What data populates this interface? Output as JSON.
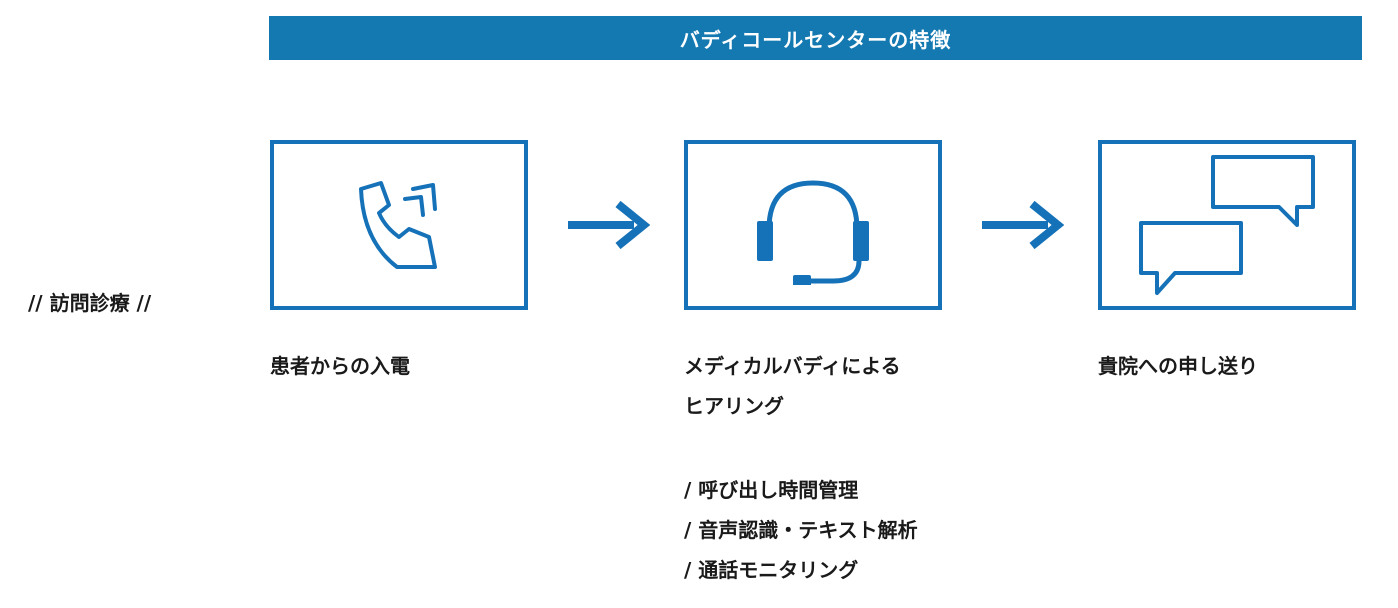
{
  "header": {
    "title": "バディコールセンターの特徴"
  },
  "section_label": "// 訪問診療 //",
  "steps": [
    {
      "icon": "phone-icon",
      "caption_lines": [
        "患者からの入電"
      ]
    },
    {
      "icon": "headset-icon",
      "caption_lines": [
        "メディカルバディによる",
        "ヒアリング"
      ]
    },
    {
      "icon": "chat-bubbles-icon",
      "caption_lines": [
        "貴院への申し送り"
      ]
    }
  ],
  "features": [
    "/ 呼び出し時間管理",
    "/ 音声認識・テキスト解析",
    "/ 通話モニタリング"
  ],
  "colors": {
    "banner": "#1479b1",
    "accent": "#1672b8",
    "text": "#1a1a1a"
  }
}
